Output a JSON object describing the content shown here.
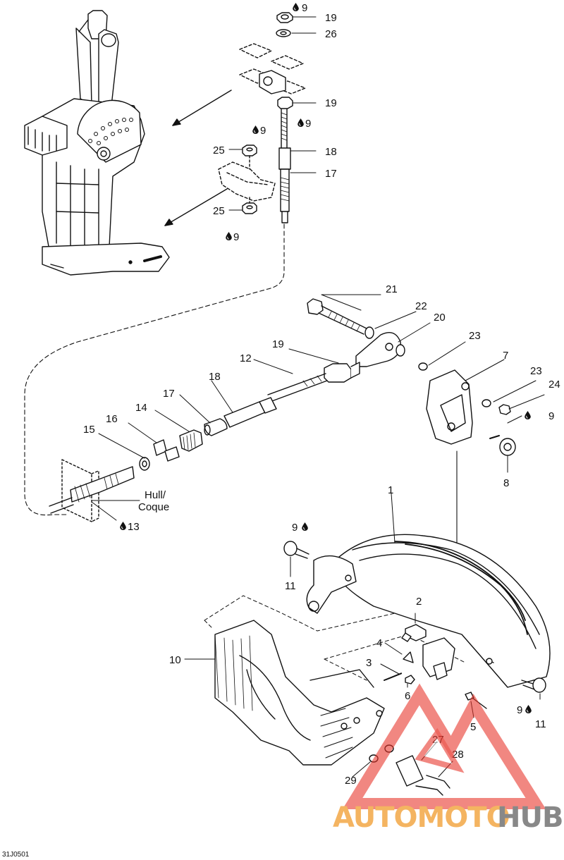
{
  "callouts": {
    "n9_top": "9",
    "n19_top": "19",
    "n26": "26",
    "n19_mid": "19",
    "n9_mid": "9",
    "n9_left_top": "9",
    "n25_top": "25",
    "n18_top": "18",
    "n17_top": "17",
    "n25_bot": "25",
    "n9_left_bot": "9",
    "n21": "21",
    "n22": "22",
    "n20": "20",
    "n23_a": "23",
    "n7": "7",
    "n19_cable": "19",
    "n12": "12",
    "n18_cable": "18",
    "n17_cable": "17",
    "n14": "14",
    "n16": "16",
    "n15": "15",
    "n23_b": "23",
    "n24": "24",
    "n9_right": "9",
    "n8": "8",
    "hull_line1": "Hull/",
    "hull_line2": "Coque",
    "n13": "13",
    "n1": "1",
    "n9_bracket": "9",
    "n11_left": "11",
    "n2": "2",
    "n4": "4",
    "n3": "3",
    "n10": "10",
    "n6": "6",
    "n5": "5",
    "n9_lower_right": "9",
    "n11_right": "11",
    "n27": "27",
    "n28": "28",
    "n29": "29"
  },
  "watermark": {
    "part1": "AUTOMOTO",
    "part2": "HUB"
  },
  "figure_code": "31J0501",
  "icons": {
    "drop": "drop-icon"
  },
  "colors": {
    "line": "#111111",
    "watermark_red": "#e8372c",
    "watermark_orange": "#f2a23a",
    "watermark_gray": "#6b6b6b"
  }
}
